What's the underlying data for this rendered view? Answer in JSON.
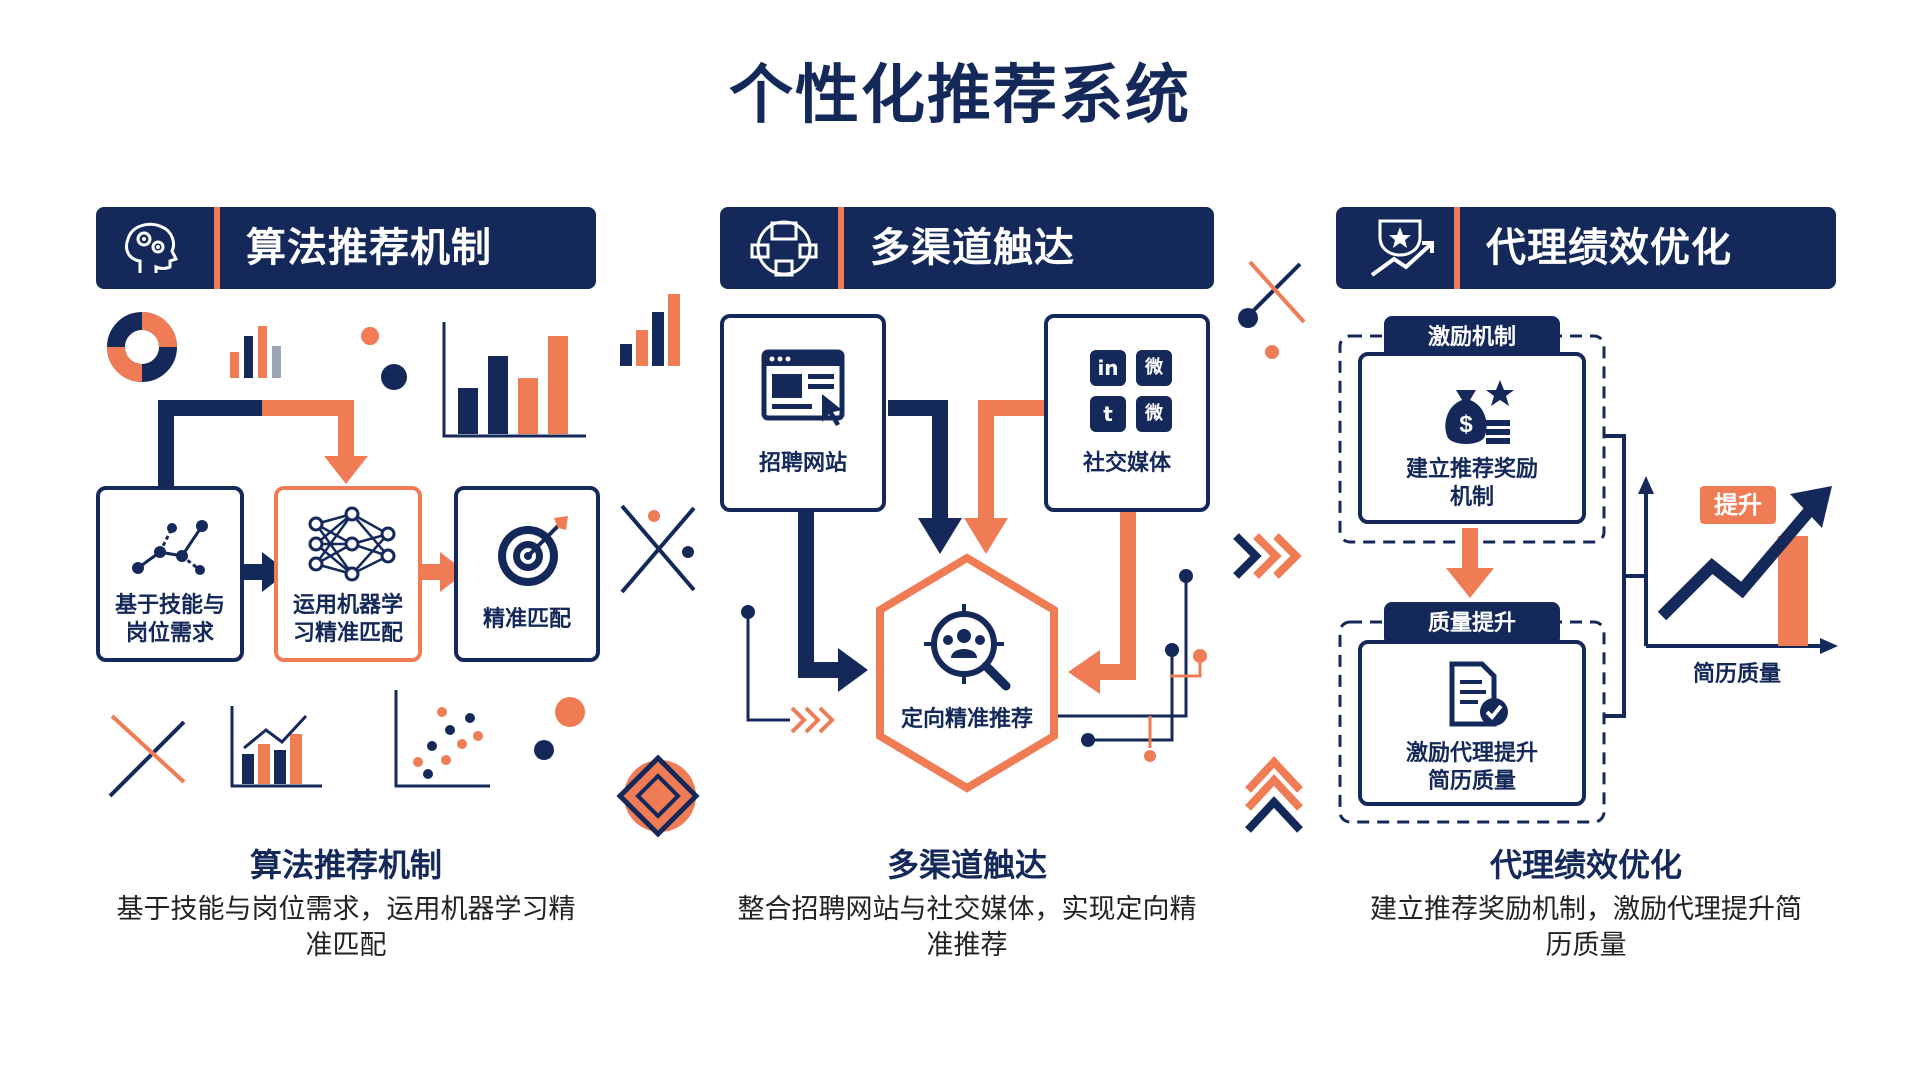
{
  "title": "个性化推荐系统",
  "sections": [
    {
      "header": "算法推荐机制",
      "header_icon": "brain-gears-icon",
      "boxes": [
        {
          "label_line1": "基于技能与",
          "label_line2": "岗位需求",
          "icon": "network-graph-icon"
        },
        {
          "label_line1": "运用机器学",
          "label_line2": "习精准匹配",
          "icon": "neural-network-icon"
        },
        {
          "label_line1": "精准匹配",
          "label_line2": "",
          "icon": "target-icon"
        }
      ],
      "caption_title": "算法推荐机制",
      "caption_line1": "基于技能与岗位需求，运用机器学习精",
      "caption_line2": "准匹配"
    },
    {
      "header": "多渠道触达",
      "header_icon": "network-devices-icon",
      "boxes": [
        {
          "label": "招聘网站",
          "icon": "browser-window-icon"
        },
        {
          "label": "社交媒体",
          "icon": "social-media-icon",
          "logos": [
            "in",
            "微",
            "t",
            "微"
          ]
        },
        {
          "label": "定向精准推荐",
          "icon": "people-search-icon"
        }
      ],
      "caption_title": "多渠道触达",
      "caption_line1": "整合招聘网站与社交媒体，实现定向精",
      "caption_line2": "准推荐"
    },
    {
      "header": "代理绩效优化",
      "header_icon": "trophy-growth-icon",
      "pills": [
        "激励机制",
        "质量提升"
      ],
      "boxes": [
        {
          "label_line1": "建立推荐奖励",
          "label_line2": "机制",
          "icon": "money-bag-icon"
        },
        {
          "label_line1": "激励代理提升",
          "label_line2": "简历质量",
          "icon": "document-check-icon"
        }
      ],
      "chart_badge": "提升",
      "chart_label": "简历质量",
      "caption_title": "代理绩效优化",
      "caption_line1": "建立推荐奖励机制，激励代理提升简",
      "caption_line2": "历质量"
    }
  ],
  "colors": {
    "navy": "#14295a",
    "orange": "#f07c55",
    "grey": "#9aa5b8"
  }
}
